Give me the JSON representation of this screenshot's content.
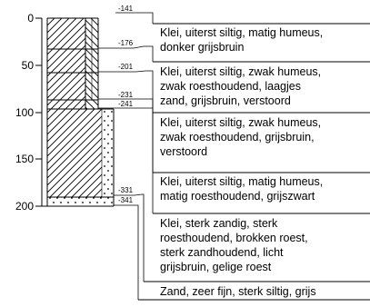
{
  "depth_axis": {
    "min": 0,
    "max": 200,
    "ticks": [
      {
        "value": 0,
        "label": "0"
      },
      {
        "value": 50,
        "label": "50"
      },
      {
        "value": 100,
        "label": "100"
      },
      {
        "value": 150,
        "label": "150"
      },
      {
        "value": 200,
        "label": "200"
      }
    ]
  },
  "boundaries": [
    {
      "label": "-141"
    },
    {
      "label": "-176"
    },
    {
      "label": "-201"
    },
    {
      "label": "-231"
    },
    {
      "label": "-241"
    },
    {
      "label": "-331"
    },
    {
      "label": "-341"
    }
  ],
  "layers": [
    {
      "lines": [
        "Klei, uiterst siltig, matig humeus,",
        "donker grijsbruin"
      ]
    },
    {
      "lines": [
        "Klei, uiterst siltig, zwak humeus,",
        "zwak roesthoudend, laagjes",
        "zand, grijsbruin, verstoord"
      ]
    },
    {
      "lines": [
        "Klei, uiterst siltig, zwak humeus,",
        "zwak roesthoudend, grijsbruin,",
        "verstoord"
      ]
    },
    {
      "lines": [
        "Klei, uiterst siltig, matig humeus,",
        "matig roesthoudend, grijszwart"
      ]
    },
    {
      "lines": [
        "Klei, sterk zandig, sterk",
        "roesthoudend, brokken roest,",
        "sterk zandhoudend, licht",
        "grijsbruin, gelige roest"
      ]
    },
    {
      "lines": [
        "Zand, zeer fijn, sterk siltig, grijs"
      ]
    }
  ]
}
